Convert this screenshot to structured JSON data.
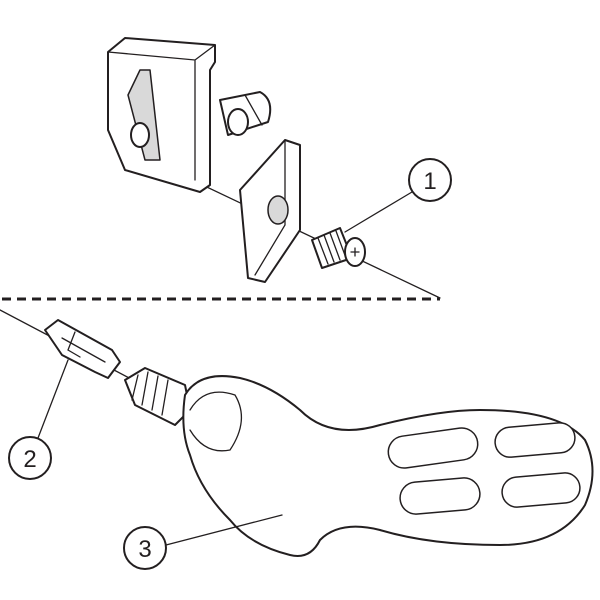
{
  "callouts": [
    {
      "label": "1"
    },
    {
      "label": "2"
    },
    {
      "label": "3"
    }
  ],
  "colors": {
    "line": "#231f20",
    "shade": "#d9d9d9",
    "background": "#ffffff"
  }
}
